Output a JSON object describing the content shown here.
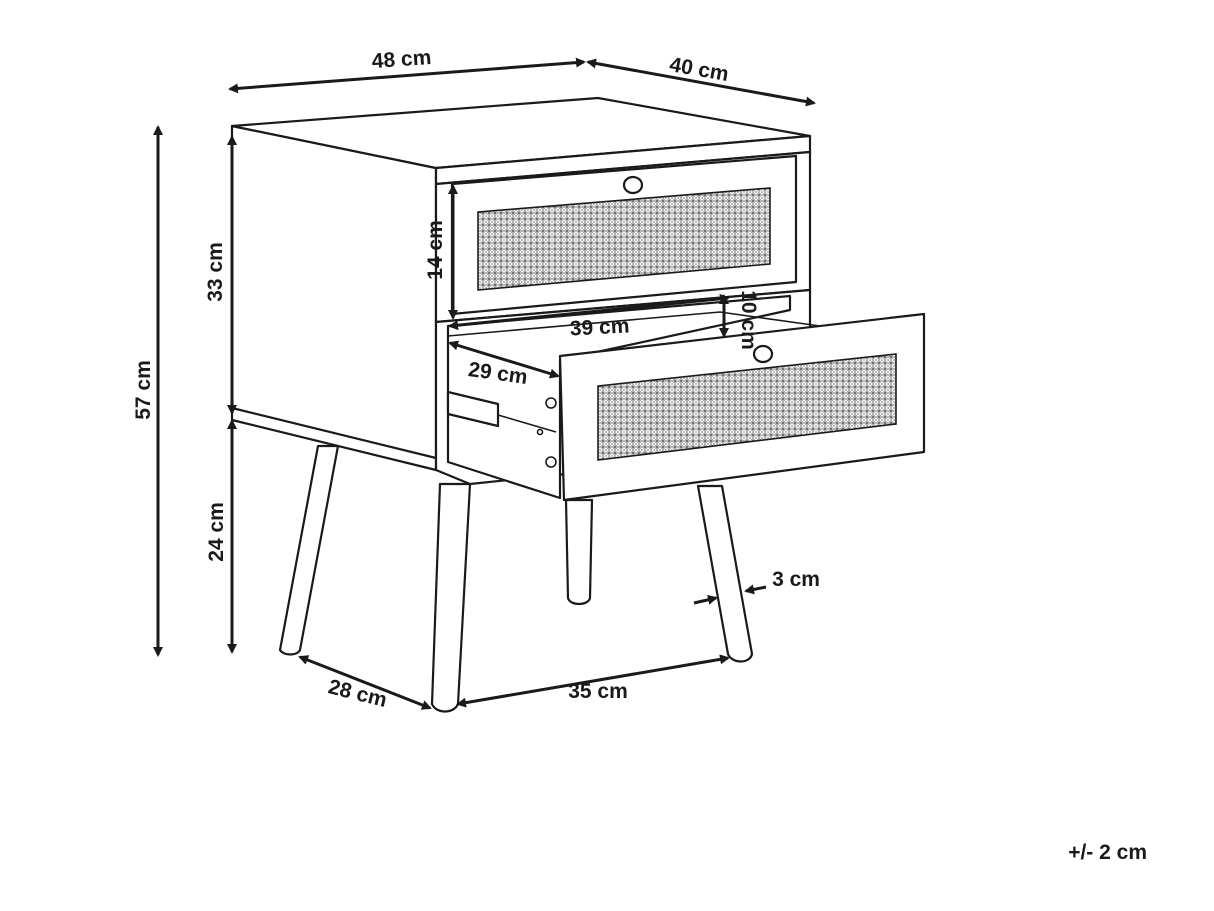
{
  "dimensions": {
    "width": "48 cm",
    "depth": "40 cm",
    "total_height": "57 cm",
    "body_height": "33 cm",
    "leg_height": "24 cm",
    "drawer_front_height": "14 cm",
    "drawer_inner_width": "39 cm",
    "drawer_inner_depth": "29 cm",
    "drawer_inner_height": "10 cm",
    "leg_diameter": "3 cm",
    "leg_span_depth": "28 cm",
    "leg_span_width": "35 cm"
  },
  "tolerance": "+/- 2 cm"
}
